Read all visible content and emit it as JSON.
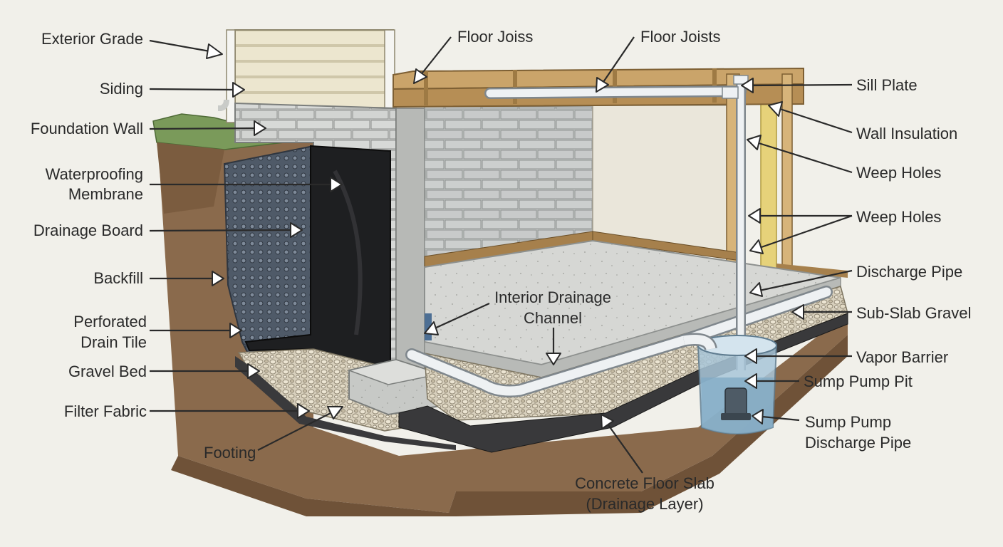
{
  "labels": {
    "exterior_grade": "Exterior Grade",
    "siding": "Siding",
    "foundation_wall": "Foundation Wall",
    "waterproofing_membrane_1": "Waterproofing",
    "waterproofing_membrane_2": "Membrane",
    "drainage_board": "Drainage Board",
    "backfill": "Backfill",
    "perforated_drain_tile_1": "Perforated",
    "perforated_drain_tile_2": "Drain Tile",
    "gravel_bed": "Gravel Bed",
    "filter_fabric": "Filter Fabric",
    "footing": "Footing",
    "floor_joiss": "Floor Joiss",
    "floor_joists": "Floor Joists",
    "interior_drainage_channel_1": "Interior Drainage",
    "interior_drainage_channel_2": "Channel",
    "concrete_floor_slab_1": "Concrete Floor Slab",
    "concrete_floor_slab_2": "(Drainage Layer)",
    "sill_plate": "Sill Plate",
    "wall_insulation": "Wall Insulation",
    "weep_holes_1": "Weep Holes",
    "weep_holes_2": "Weep Holes",
    "discharge_pipe": "Discharge Pipe",
    "sub_slab_gravel": "Sub-Slab Gravel",
    "vapor_barrier": "Vapor Barrier",
    "sump_pump_pit": "Sump Pump Pit",
    "sump_pump_discharge_1": "Sump Pump",
    "sump_pump_discharge_2": "Discharge Pipe"
  },
  "colors": {
    "background": "#f1f0ea",
    "soil": "#8a6a4c",
    "soil_dark": "#6f5238",
    "grass": "#7a9a5a",
    "siding": "#ece6cf",
    "block": "#c9cbc8",
    "membrane": "#1e1f21",
    "drain_board": "#4f5a68",
    "gravel": "#d8d0bd",
    "slab": "#d4d5d2",
    "wood": "#caa46a",
    "pipe": "#eef1f3",
    "sump_water": "#8fb6cf",
    "insulation": "#e6d27a"
  }
}
